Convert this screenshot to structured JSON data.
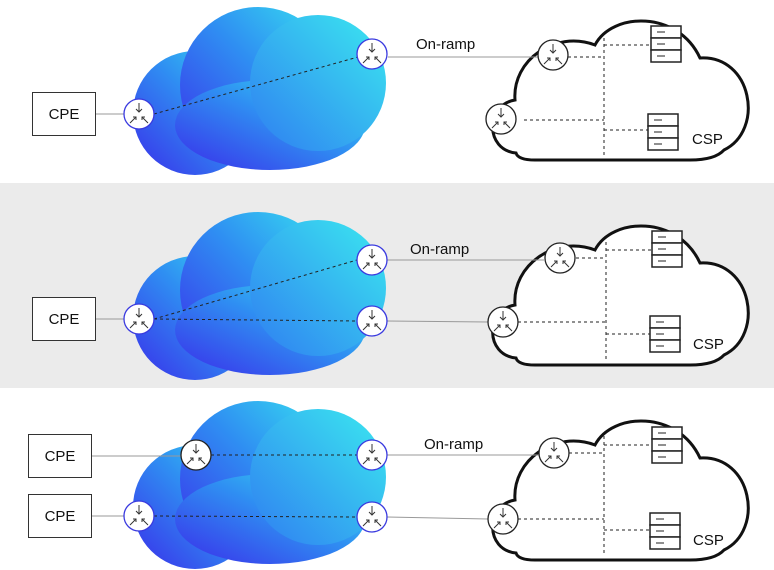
{
  "labels": {
    "cpe": "CPE",
    "onramp": "On-ramp",
    "csp": "CSP"
  },
  "colors": {
    "cloud_gradient_start": "#3a2dea",
    "cloud_gradient_end": "#37d9f0",
    "router_stroke_provider": "#3a3adf",
    "router_stroke_csp": "#222222",
    "middle_panel_bg": "#ebebeb"
  }
}
